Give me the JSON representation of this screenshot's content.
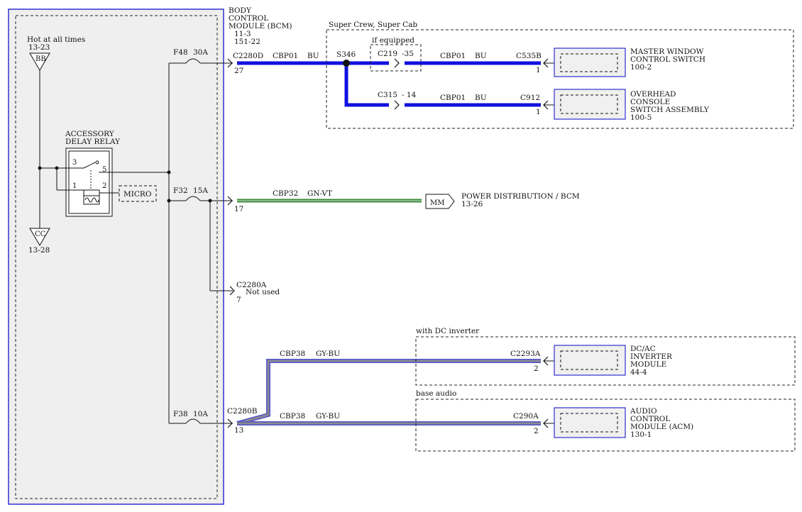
{
  "bcm": {
    "title_lines": [
      "BODY",
      "CONTROL",
      "MODULE (BCM)",
      "11-3",
      "151-22"
    ]
  },
  "hot_label": "Hot at all times",
  "bb": {
    "ref": "13-23",
    "name": "BB"
  },
  "cc": {
    "ref": "13-28",
    "name": "CC"
  },
  "relay": {
    "title_lines": [
      "ACCESSORY",
      "DELAY RELAY"
    ],
    "pin3": "3",
    "pin5": "5",
    "pin1": "1",
    "pin2": "2",
    "micro": "MICRO"
  },
  "fuses": [
    {
      "id": "F48",
      "rating": "30A"
    },
    {
      "id": "F32",
      "rating": "15A"
    },
    {
      "id": "F38",
      "rating": "10A"
    }
  ],
  "connectors": {
    "c2280d": {
      "name": "C2280D",
      "pin": "27"
    },
    "c2280a_17": {
      "pin": "17"
    },
    "c2280a_7": {
      "name": "C2280A",
      "pin": "7",
      "note": "Not used"
    },
    "c2280b": {
      "name": "C2280B",
      "pin": "13"
    }
  },
  "circuits": {
    "cbp01_main": {
      "circuit": "CBP01",
      "color": "BU"
    },
    "cbp01_upper": {
      "circuit": "CBP01",
      "color": "BU"
    },
    "cbp01_lower": {
      "circuit": "CBP01",
      "color": "BU"
    },
    "cbp32": {
      "circuit": "CBP32",
      "color": "GN-VT"
    },
    "cbp38_upper": {
      "circuit": "CBP38",
      "color": "GY-BU"
    },
    "cbp38_lower": {
      "circuit": "CBP38",
      "color": "GY-BU"
    }
  },
  "splice": "S346",
  "super_crew": {
    "label": "Super Crew, Super Cab",
    "if_equipped": "if equipped",
    "c219": "C219",
    "c219_pin": "-35",
    "c315": "C315",
    "c315_pin": "- 14",
    "c535b": {
      "name": "C535B",
      "pin": "1"
    },
    "c912": {
      "name": "C912",
      "pin": "1"
    },
    "master_window": [
      "MASTER WINDOW",
      "CONTROL SWITCH",
      "100-2"
    ],
    "overhead": [
      "OVERHEAD",
      "CONSOLE",
      "SWITCH ASSEMBLY",
      "100-5"
    ]
  },
  "power_dist": {
    "tag": "MM",
    "label": "POWER DISTRIBUTION / BCM",
    "ref": "13-26"
  },
  "dc_inverter": {
    "label": "with DC inverter",
    "conn": {
      "name": "C2293A",
      "pin": "2"
    },
    "module": [
      "DC/AC",
      "INVERTER",
      "MODULE",
      "44-4"
    ]
  },
  "base_audio": {
    "label": "base audio",
    "conn": {
      "name": "C290A",
      "pin": "2"
    },
    "module": [
      "AUDIO",
      "CONTROL",
      "MODULE (ACM)",
      "130-1"
    ]
  },
  "wire_colors": {
    "blue": "#1010e0",
    "green": "#3a8a3a",
    "gray_blue_outer": "#5a5ac8",
    "gray_blue_inner": "#8c8c8c",
    "module_fill": "#f0f0f0",
    "bcm_fill": "#efefef",
    "bcm_border": "#3030d0"
  }
}
